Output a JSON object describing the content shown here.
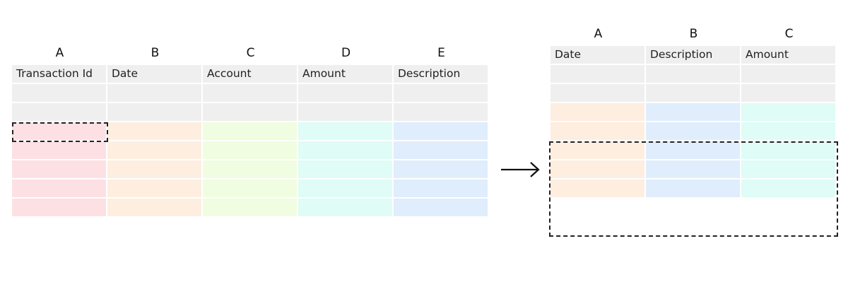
{
  "source_table": {
    "column_letters": [
      "A",
      "B",
      "C",
      "D",
      "E"
    ],
    "headers": [
      "Transaction Id",
      "Date",
      "Account",
      "Amount",
      "Description"
    ],
    "column_colors": [
      "#fde0e3",
      "#fdeee0",
      "#f0fde0",
      "#dffcf6",
      "#dfedfd"
    ]
  },
  "target_table": {
    "column_letters": [
      "A",
      "B",
      "C"
    ],
    "headers": [
      "Date",
      "Description",
      "Amount"
    ],
    "column_colors": [
      "#fdeee0",
      "#dfedfd",
      "#dffcf6"
    ]
  },
  "arrow_icon": "right-arrow-icon"
}
